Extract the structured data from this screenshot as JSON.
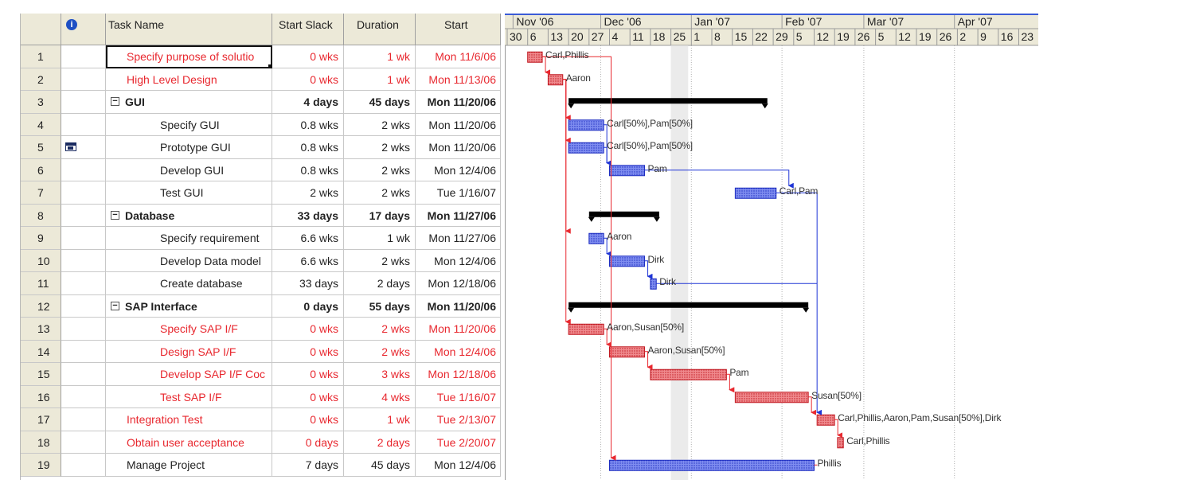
{
  "columns": {
    "info_icon": "i",
    "task_name": "Task Name",
    "start_slack": "Start Slack",
    "duration": "Duration",
    "start": "Start"
  },
  "timescale": {
    "months": [
      "Nov '06",
      "Dec '06",
      "Jan '07",
      "Feb '07",
      "Mar '07",
      "Apr '07"
    ],
    "days": [
      "30",
      "6",
      "13",
      "20",
      "27",
      "4",
      "11",
      "18",
      "25",
      "1",
      "8",
      "15",
      "22",
      "29",
      "5",
      "12",
      "19",
      "26",
      "5",
      "12",
      "19",
      "26",
      "2",
      "9",
      "16",
      "23"
    ]
  },
  "colors": {
    "critical": "#e8282f",
    "normal_bar": "#4a55d8",
    "summary_bar": "#000000",
    "link_blue": "#1f35d6",
    "link_red": "#e8282f",
    "header_bg": "#ece9d8"
  },
  "tasks": [
    {
      "id": "1",
      "name": "Specify purpose of solutio",
      "slack": "0 wks",
      "duration": "1 wk",
      "start": "Mon 11/6/06",
      "critical": true,
      "indent": 1,
      "summary": false,
      "selected": true,
      "resources": "Carl,Phillis"
    },
    {
      "id": "2",
      "name": "High Level Design",
      "slack": "0 wks",
      "duration": "1 wk",
      "start": "Mon 11/13/06",
      "critical": true,
      "indent": 1,
      "summary": false,
      "resources": "Aaron"
    },
    {
      "id": "3",
      "name": "GUI",
      "slack": "4 days",
      "duration": "45 days",
      "start": "Mon 11/20/06",
      "critical": false,
      "indent": 0,
      "summary": true,
      "resources": ""
    },
    {
      "id": "4",
      "name": "Specify GUI",
      "slack": "0.8 wks",
      "duration": "2 wks",
      "start": "Mon 11/20/06",
      "critical": false,
      "indent": 2,
      "summary": false,
      "resources": "Carl[50%],Pam[50%]"
    },
    {
      "id": "5",
      "name": "Prototype GUI",
      "slack": "0.8 wks",
      "duration": "2 wks",
      "start": "Mon 11/20/06",
      "critical": false,
      "indent": 2,
      "summary": false,
      "has_note_icon": true,
      "resources": "Carl[50%],Pam[50%]"
    },
    {
      "id": "6",
      "name": "Develop GUI",
      "slack": "0.8 wks",
      "duration": "2 wks",
      "start": "Mon 12/4/06",
      "critical": false,
      "indent": 2,
      "summary": false,
      "resources": "Pam"
    },
    {
      "id": "7",
      "name": "Test GUI",
      "slack": "2 wks",
      "duration": "2 wks",
      "start": "Tue 1/16/07",
      "critical": false,
      "indent": 2,
      "summary": false,
      "resources": "Carl,Pam"
    },
    {
      "id": "8",
      "name": "Database",
      "slack": "33 days",
      "duration": "17 days",
      "start": "Mon 11/27/06",
      "critical": false,
      "indent": 0,
      "summary": true,
      "resources": ""
    },
    {
      "id": "9",
      "name": "Specify requirement",
      "slack": "6.6 wks",
      "duration": "1 wk",
      "start": "Mon 11/27/06",
      "critical": false,
      "indent": 2,
      "summary": false,
      "resources": "Aaron"
    },
    {
      "id": "10",
      "name": "Develop Data model",
      "slack": "6.6 wks",
      "duration": "2 wks",
      "start": "Mon 12/4/06",
      "critical": false,
      "indent": 2,
      "summary": false,
      "resources": "Dirk"
    },
    {
      "id": "11",
      "name": "Create database",
      "slack": "33 days",
      "duration": "2 days",
      "start": "Mon 12/18/06",
      "critical": false,
      "indent": 2,
      "summary": false,
      "resources": "Dirk"
    },
    {
      "id": "12",
      "name": "SAP Interface",
      "slack": "0 days",
      "duration": "55 days",
      "start": "Mon 11/20/06",
      "critical": false,
      "indent": 0,
      "summary": true,
      "resources": ""
    },
    {
      "id": "13",
      "name": "Specify SAP I/F",
      "slack": "0 wks",
      "duration": "2 wks",
      "start": "Mon 11/20/06",
      "critical": true,
      "indent": 2,
      "summary": false,
      "resources": "Aaron,Susan[50%]"
    },
    {
      "id": "14",
      "name": "Design SAP I/F",
      "slack": "0 wks",
      "duration": "2 wks",
      "start": "Mon 12/4/06",
      "critical": true,
      "indent": 2,
      "summary": false,
      "resources": "Aaron,Susan[50%]"
    },
    {
      "id": "15",
      "name": "Develop SAP I/F Coc",
      "slack": "0 wks",
      "duration": "3 wks",
      "start": "Mon 12/18/06",
      "critical": true,
      "indent": 2,
      "summary": false,
      "resources": "Pam"
    },
    {
      "id": "16",
      "name": "Test SAP I/F",
      "slack": "0 wks",
      "duration": "4 wks",
      "start": "Tue 1/16/07",
      "critical": true,
      "indent": 2,
      "summary": false,
      "resources": "Susan[50%]"
    },
    {
      "id": "17",
      "name": "Integration Test",
      "slack": "0 wks",
      "duration": "1 wk",
      "start": "Tue 2/13/07",
      "critical": true,
      "indent": 1,
      "summary": false,
      "resources": "Carl,Phillis,Aaron,Pam,Susan[50%],Dirk"
    },
    {
      "id": "18",
      "name": "Obtain user acceptance",
      "slack": "0 days",
      "duration": "2 days",
      "start": "Tue 2/20/07",
      "critical": true,
      "indent": 1,
      "summary": false,
      "resources": "Carl,Phillis"
    },
    {
      "id": "19",
      "name": "Manage Project",
      "slack": "7 days",
      "duration": "45 days",
      "start": "Mon 12/4/06",
      "critical": false,
      "indent": 1,
      "summary": false,
      "resources": "Phillis"
    }
  ]
}
